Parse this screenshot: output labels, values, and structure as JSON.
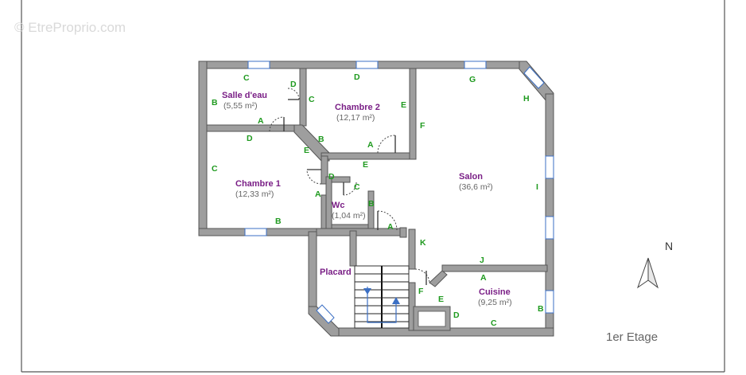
{
  "watermark": "© EtreProprio.com",
  "floor_label": "1er Etage",
  "north_label": "N",
  "rooms": {
    "salle_eau": {
      "name": "Salle d'eau",
      "area": "(5,55 m²)"
    },
    "chambre2": {
      "name": "Chambre 2",
      "area": "(12,17 m²)"
    },
    "salon": {
      "name": "Salon",
      "area": "(36,6 m²)"
    },
    "chambre1": {
      "name": "Chambre 1",
      "area": "(12,33 m²)"
    },
    "wc": {
      "name": "Wc",
      "area": "(1,04 m²)"
    },
    "placard": {
      "name": "Placard"
    },
    "cuisine": {
      "name": "Cuisine",
      "area": "(9,25 m²)"
    }
  },
  "wall_labels": {
    "se_c": "C",
    "se_d": "D",
    "se_b": "B",
    "se_a": "A",
    "se_c2": "C",
    "c2_d": "D",
    "c2_e": "E",
    "c2_a": "A",
    "c2_b": "B",
    "sa_g": "G",
    "sa_h": "H",
    "sa_f": "F",
    "sa_e": "E",
    "sa_i": "I",
    "sa_j": "J",
    "sa_k": "K",
    "c1_d": "D",
    "c1_e": "E",
    "c1_c": "C",
    "c1_a": "A",
    "c1_b": "B",
    "wc_d": "D",
    "wc_c": "C",
    "wc_b": "B",
    "wc_a": "A",
    "cu_a": "A",
    "cu_f": "F",
    "cu_e": "E",
    "cu_b": "B",
    "cu_d": "D",
    "cu_c": "C"
  }
}
